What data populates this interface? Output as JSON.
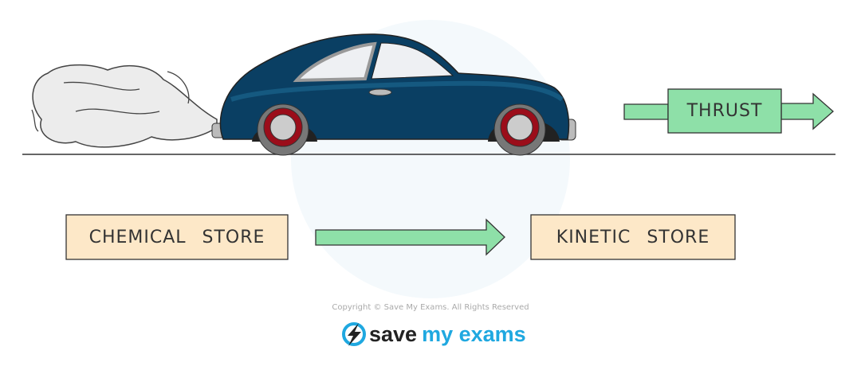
{
  "labels": {
    "thrust": "THRUST",
    "chemical_store": "CHEMICAL STORE",
    "kinetic_store": "KINETIC STORE"
  },
  "footer": {
    "copyright": "Copyright © Save My Exams. All Rights Reserved",
    "logo_word1": "save",
    "logo_word2": "my exams"
  },
  "colors": {
    "car_body": "#0a3f63",
    "store_box": "#fde8c8",
    "arrow": "#8ee0a8",
    "brand": "#1fa8e0"
  }
}
